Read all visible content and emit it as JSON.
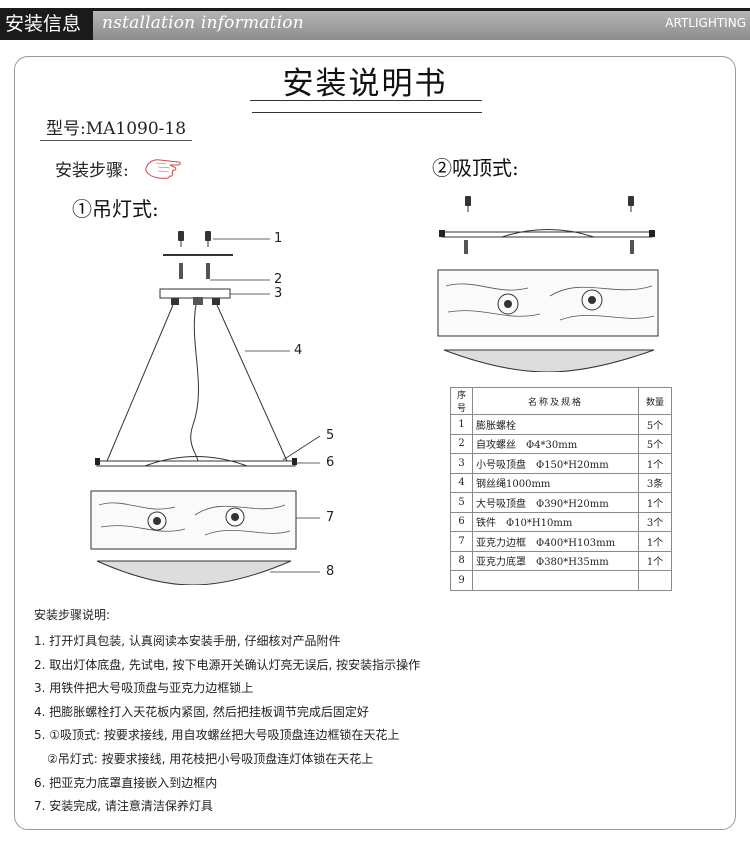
{
  "header": {
    "title_cn": "安装信息",
    "subtitle_en": "nstallation information",
    "brand": "ARTLIGHTING"
  },
  "doc": {
    "title": "安装说明书",
    "model": "型号:MA1090-18",
    "steps_label": "安装步骤:",
    "pendant_label": "①吊灯式:",
    "ceiling_label": "②吸顶式:"
  },
  "callouts": [
    "1",
    "2",
    "3",
    "4",
    "5",
    "6",
    "7",
    "8"
  ],
  "parts_table": {
    "headers": [
      "序号",
      "名称及规格",
      "数量"
    ],
    "rows": [
      [
        "1",
        "膨胀螺栓",
        "5个"
      ],
      [
        "2",
        "自攻螺丝　Φ4*30mm",
        "5个"
      ],
      [
        "3",
        "小号吸顶盘　Φ150*H20mm",
        "1个"
      ],
      [
        "4",
        "钢丝绳1000mm",
        "3条"
      ],
      [
        "5",
        "大号吸顶盘　Φ390*H20mm",
        "1个"
      ],
      [
        "6",
        "铁件　Φ10*H10mm",
        "3个"
      ],
      [
        "7",
        "亚克力边框　Φ400*H103mm",
        "1个"
      ],
      [
        "8",
        "亚克力底罩　Φ380*H35mm",
        "1个"
      ],
      [
        "9",
        "",
        ""
      ]
    ]
  },
  "instructions": {
    "title": "安装步骤说明:",
    "steps": [
      "1. 打开灯具包装, 认真阅读本安装手册, 仔细核对产品附件",
      "2. 取出灯体底盘, 先试电, 按下电源开关确认灯亮无误后, 按安装指示操作",
      "3. 用铁件把大号吸顶盘与亚克力边框锁上",
      "4. 把膨胀螺栓打入天花板内紧固, 然后把挂板调节完成后固定好",
      "5. ①吸顶式: 按要求接线, 用自攻螺丝把大号吸顶盘连边框锁在天花上",
      "②吊灯式: 按要求接线, 用花枝把小号吸顶盘连灯体锁在天花上",
      "6. 把亚克力底罩直接嵌入到边框内",
      "7. 安装完成, 请注意清洁保养灯具"
    ]
  }
}
